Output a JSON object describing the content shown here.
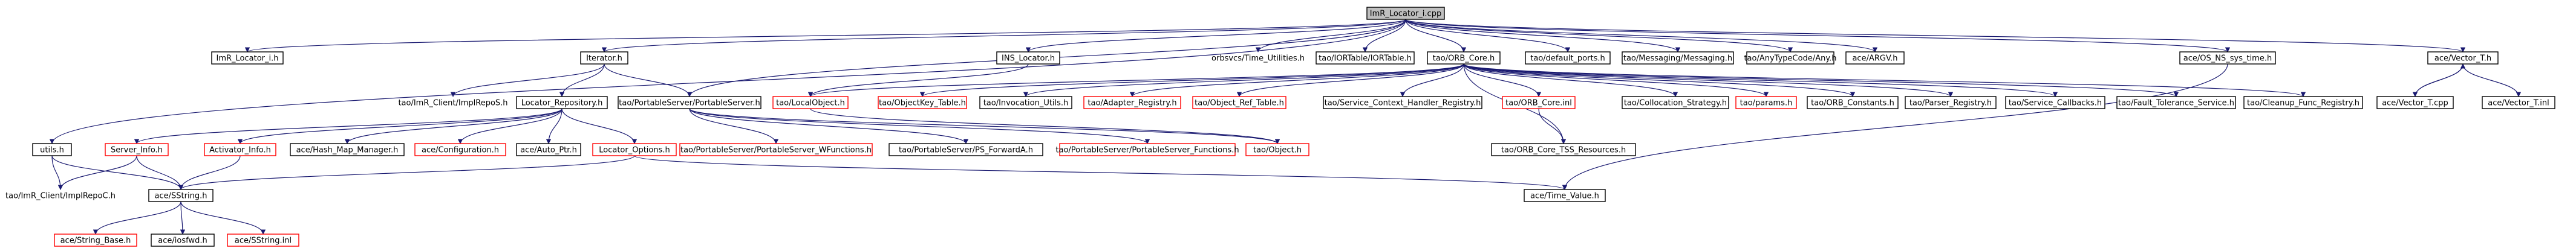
{
  "nodes": {
    "imr_locator_i_cpp": "ImR_Locator_i.cpp",
    "imr_locator_i_h": "ImR_Locator_i.h",
    "iterator_h": "Iterator.h",
    "ins_locator_h": "INS_Locator.h",
    "orbsvcs_time_utilities_h": "orbsvcs/Time_Utilities.h",
    "tao_iortable_h": "tao/IORTable/IORTable.h",
    "tao_orb_core_h": "tao/ORB_Core.h",
    "tao_default_ports_h": "tao/default_ports.h",
    "tao_messaging_h": "tao/Messaging/Messaging.h",
    "tao_anytypecode_h": "tao/AnyTypeCode/Any.h",
    "ace_argv_h": "ace/ARGV.h",
    "ace_os_ns_sys_time_h": "ace/OS_NS_sys_time.h",
    "ace_vector_t_h": "ace/Vector_T.h",
    "tao_imr_client_imrepos_h": "tao/ImR_Client/ImplRepoS.h",
    "locator_repository_h": "Locator_Repository.h",
    "tao_portableserver_h": "tao/PortableServer/PortableServer.h",
    "tao_localobject_h": "tao/LocalObject.h",
    "tao_objectkey_table_h": "tao/ObjectKey_Table.h",
    "tao_invocation_utils_h": "tao/Invocation_Utils.h",
    "tao_adapter_registry_h": "tao/Adapter_Registry.h",
    "tao_object_ref_table_h": "tao/Object_Ref_Table.h",
    "tao_service_context_handler_registry_h": "tao/Service_Context_Handler_Registry.h",
    "tao_orb_core_inl": "tao/ORB_Core.inl",
    "tao_collocation_strategy_h": "tao/Collocation_Strategy.h",
    "tao_params_h": "tao/params.h",
    "tao_orb_constants_h": "tao/ORB_Constants.h",
    "tao_parser_registry_h": "tao/Parser_Registry.h",
    "tao_service_callbacks_h": "tao/Service_Callbacks.h",
    "tao_fault_tolerance_service_h": "tao/Fault_Tolerance_Service.h",
    "tao_cleanup_func_registry_h": "tao/Cleanup_Func_Registry.h",
    "ace_vector_t_cpp": "ace/Vector_T.cpp",
    "ace_vector_t_inl": "ace/Vector_T.inl",
    "utils_h": "utils.h",
    "server_info_h": "Server_Info.h",
    "activator_info_h": "Activator_Info.h",
    "ace_hash_map_manager_h": "ace/Hash_Map_Manager.h",
    "ace_configuration_h": "ace/Configuration.h",
    "ace_auto_ptr_h": "ace/Auto_Ptr.h",
    "locator_options_h": "Locator_Options.h",
    "tao_ps_wfunctions_h": "tao/PortableServer/PortableServer_WFunctions.h",
    "tao_ps_forwarda_h": "tao/PortableServer/PS_ForwardA.h",
    "tao_ps_functions_h": "tao/PortableServer/PortableServer_Functions.h",
    "tao_object_h": "tao/Object.h",
    "tao_orb_core_tss_resources_h": "tao/ORB_Core_TSS_Resources.h",
    "tao_imr_client_imrepoc_h": "tao/ImR_Client/ImplRepoC.h",
    "ace_sstring_h": "ace/SString.h",
    "ace_time_value_h": "ace/Time_Value.h",
    "ace_string_base_h": "ace/String_Base.h",
    "ace_iosfwd_h": "ace/iosfwd.h",
    "ace_sstring_inl": "ace/SString.inl"
  },
  "colors": {
    "edge": "#191970",
    "highlight_fill": "#bfbfbf",
    "linked_border": "#000000",
    "unlinked_border": "#ff0000"
  }
}
